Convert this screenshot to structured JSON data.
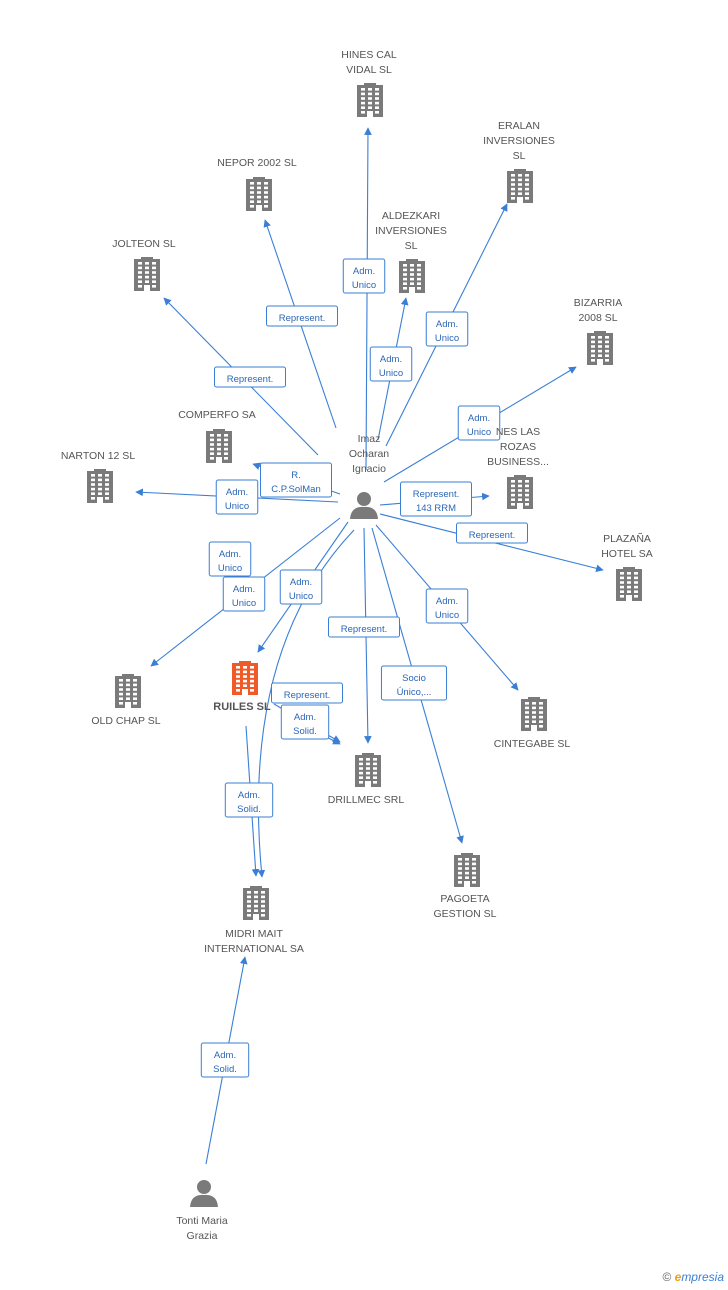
{
  "colors": {
    "edge": "#3a7fd5",
    "company": "#7a7a7a",
    "highlight": "#f05a28",
    "person": "#7a7a7a"
  },
  "nodes": [
    {
      "id": "imaz",
      "type": "person",
      "label": [
        "Imaz",
        "Ocharan",
        "Ignacio"
      ]
    },
    {
      "id": "tonti",
      "type": "person",
      "label": [
        "Tonti Maria",
        "Grazia"
      ]
    },
    {
      "id": "ruiles",
      "type": "company",
      "highlight": true,
      "label": [
        "RUILES SL"
      ]
    },
    {
      "id": "hines",
      "type": "company",
      "label": [
        "HINES CAL",
        "VIDAL  SL"
      ]
    },
    {
      "id": "eralan",
      "type": "company",
      "label": [
        "ERALAN",
        "INVERSIONES",
        "SL"
      ]
    },
    {
      "id": "nepor",
      "type": "company",
      "label": [
        "NEPOR 2002 SL"
      ]
    },
    {
      "id": "aldezkari",
      "type": "company",
      "label": [
        "ALDEZKARI",
        "INVERSIONES",
        "SL"
      ]
    },
    {
      "id": "jolteon",
      "type": "company",
      "label": [
        "JOLTEON SL"
      ]
    },
    {
      "id": "bizarria",
      "type": "company",
      "label": [
        "BIZARRIA",
        "2008 SL"
      ]
    },
    {
      "id": "comperfo",
      "type": "company",
      "label": [
        "COMPERFO SA"
      ]
    },
    {
      "id": "lasrozas",
      "type": "company",
      "label": [
        "NES LAS",
        "ROZAS",
        "BUSINESS..."
      ]
    },
    {
      "id": "narton",
      "type": "company",
      "label": [
        "NARTON 12 SL"
      ]
    },
    {
      "id": "plazana",
      "type": "company",
      "label": [
        "PLAZAÑA",
        "HOTEL SA"
      ]
    },
    {
      "id": "oldchap",
      "type": "company",
      "label": [
        "OLD CHAP  SL"
      ]
    },
    {
      "id": "cintegabe",
      "type": "company",
      "label": [
        "CINTEGABE  SL"
      ]
    },
    {
      "id": "drillmec",
      "type": "company",
      "label": [
        "DRILLMEC SRL"
      ]
    },
    {
      "id": "midri",
      "type": "company",
      "label": [
        "MIDRI MAIT",
        "INTERNATIONAL SA"
      ]
    },
    {
      "id": "pagoeta",
      "type": "company",
      "label": [
        "PAGOETA",
        "GESTION SL"
      ]
    }
  ],
  "edges": [
    {
      "from": "imaz",
      "to": "hines",
      "label": [
        "Adm.",
        "Unico"
      ]
    },
    {
      "from": "imaz",
      "to": "nepor",
      "label": [
        "Represent."
      ]
    },
    {
      "from": "imaz",
      "to": "aldezkari",
      "label": [
        "Adm.",
        "Unico"
      ]
    },
    {
      "from": "imaz",
      "to": "eralan",
      "label": [
        "Adm.",
        "Unico"
      ]
    },
    {
      "from": "imaz",
      "to": "jolteon",
      "label": [
        "Represent."
      ]
    },
    {
      "from": "imaz",
      "to": "bizarria",
      "label": [
        "Adm.",
        "Unico"
      ]
    },
    {
      "from": "imaz",
      "to": "comperfo",
      "label": [
        "R.",
        "C.P.SolMan"
      ]
    },
    {
      "from": "imaz",
      "to": "lasrozas",
      "label": [
        "Represent.",
        "143 RRM"
      ]
    },
    {
      "from": "imaz",
      "to": "narton",
      "label": [
        "Adm.",
        "Unico"
      ]
    },
    {
      "from": "imaz",
      "to": "plazana",
      "label": [
        "Represent."
      ]
    },
    {
      "from": "imaz",
      "to": "oldchap",
      "label": [
        "Adm.",
        "Unico"
      ]
    },
    {
      "from": "imaz",
      "to": "ruiles",
      "label": [
        "Adm.",
        "Unico"
      ]
    },
    {
      "from": "imaz",
      "to": "cintegabe",
      "label": [
        "Adm.",
        "Unico"
      ]
    },
    {
      "from": "imaz",
      "to": "drillmec",
      "label": [
        "Represent."
      ]
    },
    {
      "from": "imaz",
      "to": "pagoeta",
      "label": [
        "Socio",
        "Único,..."
      ]
    },
    {
      "from": "imaz",
      "to": "midri",
      "label": [
        "Adm.",
        "Unico"
      ]
    },
    {
      "from": "ruiles",
      "to": "drillmec",
      "label": [
        "Represent."
      ]
    },
    {
      "from": "ruiles",
      "to": "drillmec",
      "label": [
        "Adm.",
        "Solid."
      ]
    },
    {
      "from": "ruiles",
      "to": "midri",
      "label": [
        "Adm.",
        "Solid."
      ]
    },
    {
      "from": "tonti",
      "to": "midri",
      "label": [
        "Adm.",
        "Solid."
      ]
    }
  ],
  "brand": {
    "copyright": "©",
    "e": "e",
    "rest": "mpresia"
  }
}
